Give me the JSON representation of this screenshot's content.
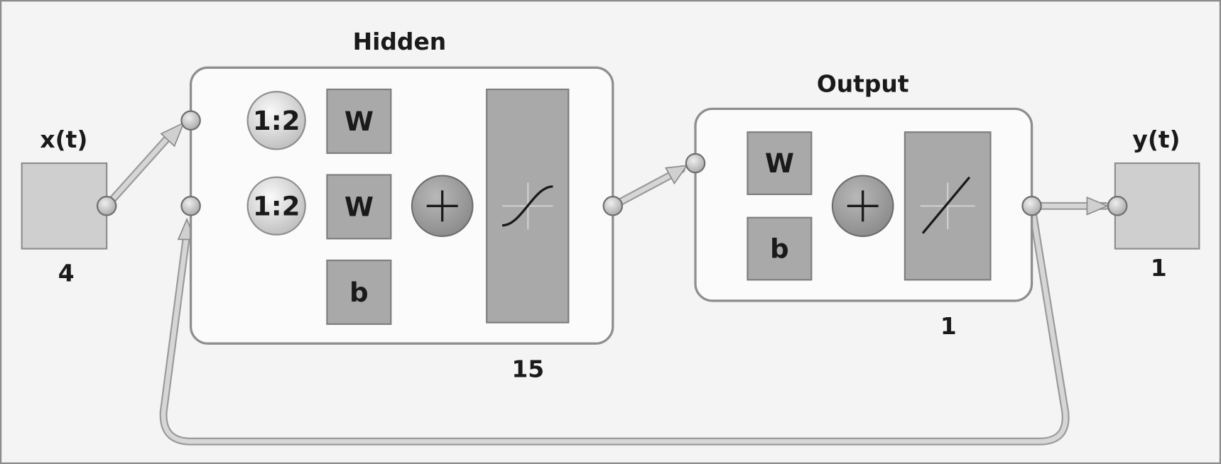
{
  "input": {
    "label": "x(t)",
    "size": "4"
  },
  "hidden": {
    "title": "Hidden",
    "delay1": "1:2",
    "delay2": "1:2",
    "weight1": "W",
    "weight2": "W",
    "bias": "b",
    "size": "15",
    "transfer": "sigmoid"
  },
  "output_layer": {
    "title": "Output",
    "weight": "W",
    "bias": "b",
    "size": "1",
    "transfer": "linear"
  },
  "output": {
    "label": "y(t)",
    "size": "1"
  },
  "colors": {
    "background": "#f4f4f4",
    "block": "#a9a9a9",
    "pipe": "#d2d2d2",
    "io_block": "#cfcfcf"
  }
}
